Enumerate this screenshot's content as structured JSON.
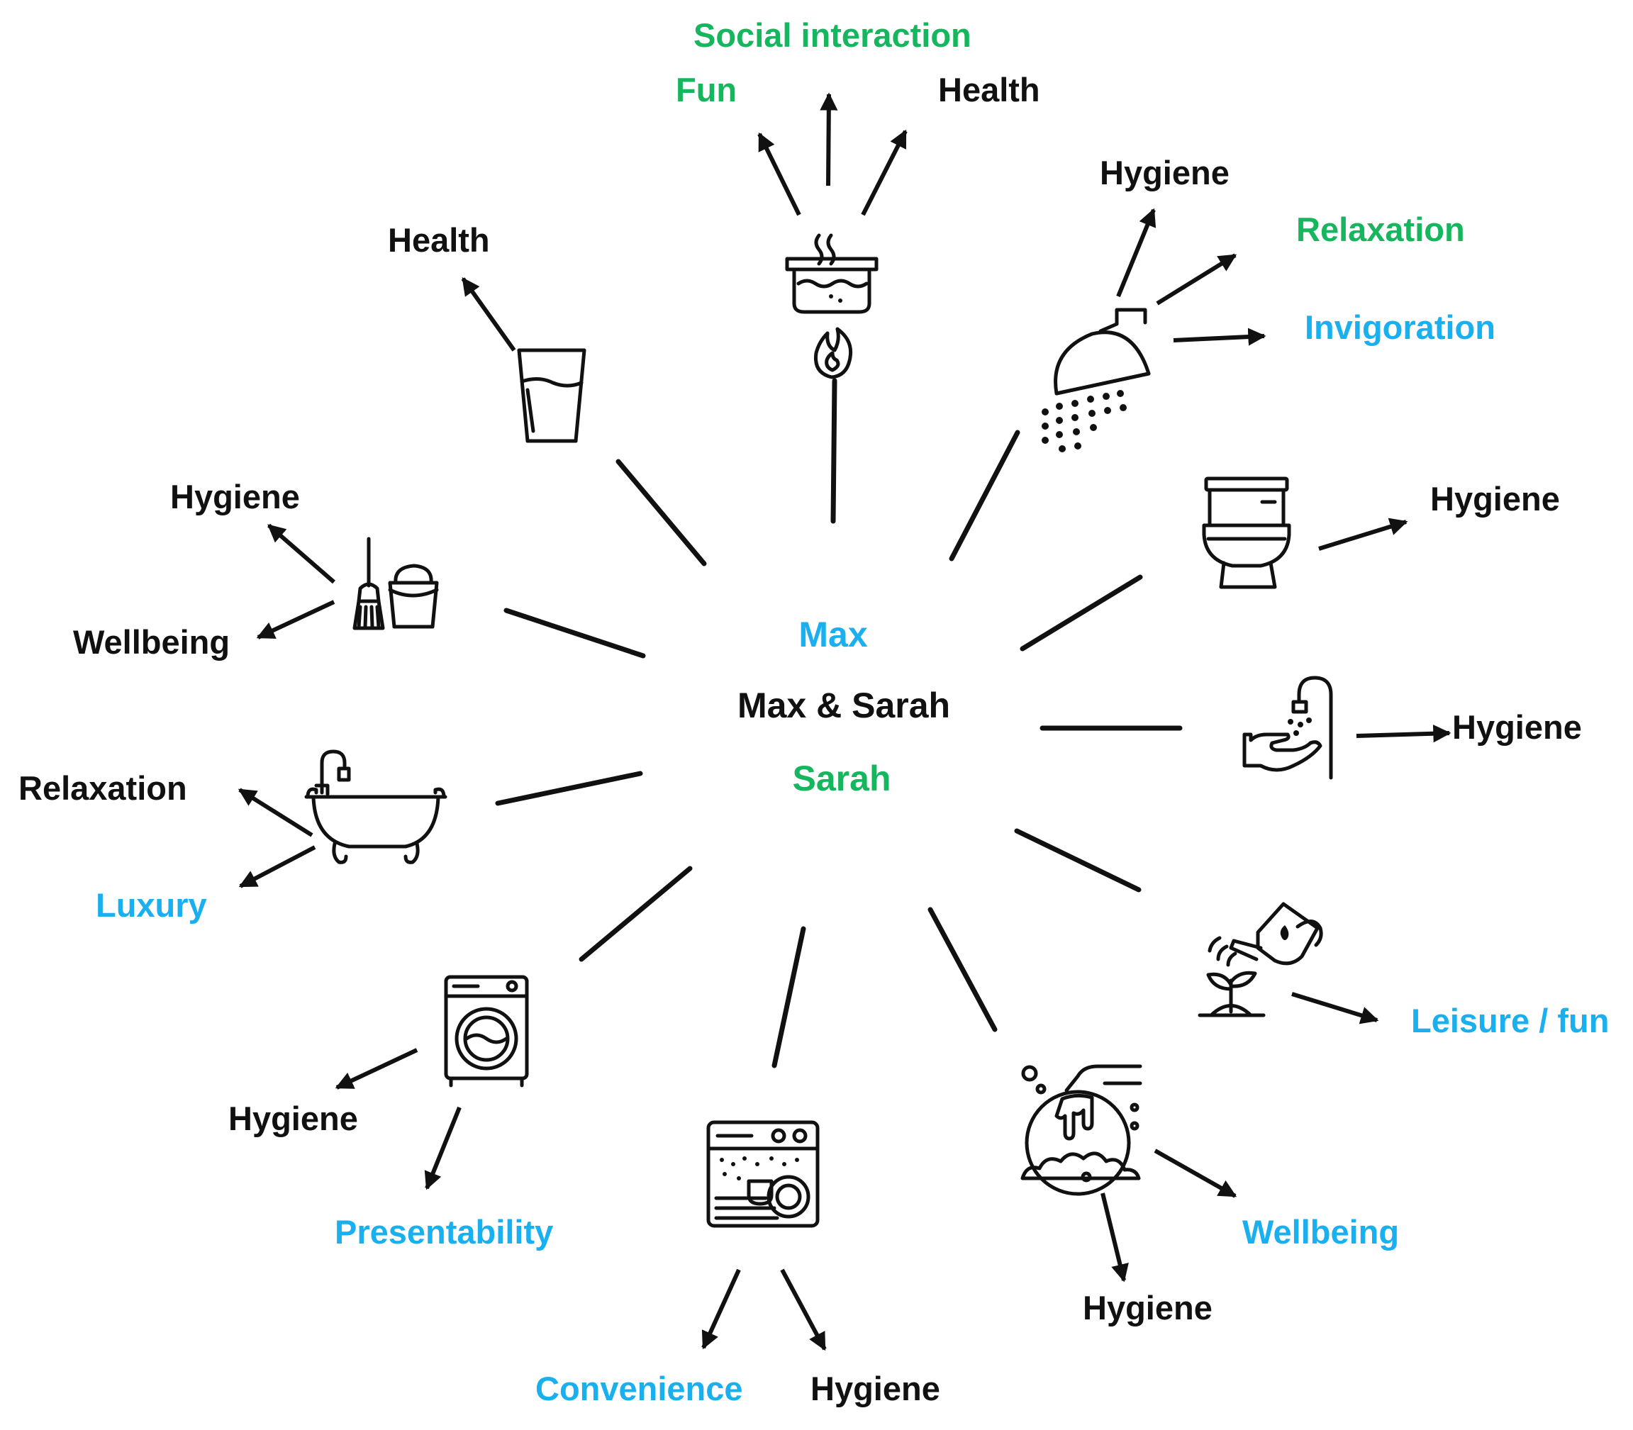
{
  "colors": {
    "black": "#111111",
    "blue": "#1ab0ef",
    "green": "#16b65e"
  },
  "center": {
    "line1": "Max",
    "line2": "Max & Sarah",
    "line3": "Sarah"
  },
  "nodes": {
    "cooking": {
      "icon": "cooking-pot-icon",
      "labels": [
        "Social interaction",
        "Fun",
        "Health"
      ]
    },
    "shower": {
      "icon": "shower-icon",
      "labels": [
        "Hygiene",
        "Relaxation",
        "Invigoration"
      ]
    },
    "toilet": {
      "icon": "toilet-icon",
      "labels": [
        "Hygiene"
      ]
    },
    "handwash": {
      "icon": "hand-washing-icon",
      "labels": [
        "Hygiene"
      ]
    },
    "garden": {
      "icon": "watering-can-icon",
      "labels": [
        "Leisure / fun"
      ]
    },
    "dishwash": {
      "icon": "hand-dishwashing-icon",
      "labels": [
        "Wellbeing",
        "Hygiene"
      ]
    },
    "dishwasher": {
      "icon": "dishwasher-icon",
      "labels": [
        "Convenience",
        "Hygiene"
      ]
    },
    "laundry": {
      "icon": "washing-machine-icon",
      "labels": [
        "Hygiene",
        "Presentability"
      ]
    },
    "bath": {
      "icon": "bathtub-icon",
      "labels": [
        "Relaxation",
        "Luxury"
      ]
    },
    "cleaning": {
      "icon": "broom-bucket-icon",
      "labels": [
        "Hygiene",
        "Wellbeing"
      ]
    },
    "drinking": {
      "icon": "water-glass-icon",
      "labels": [
        "Health"
      ]
    }
  }
}
